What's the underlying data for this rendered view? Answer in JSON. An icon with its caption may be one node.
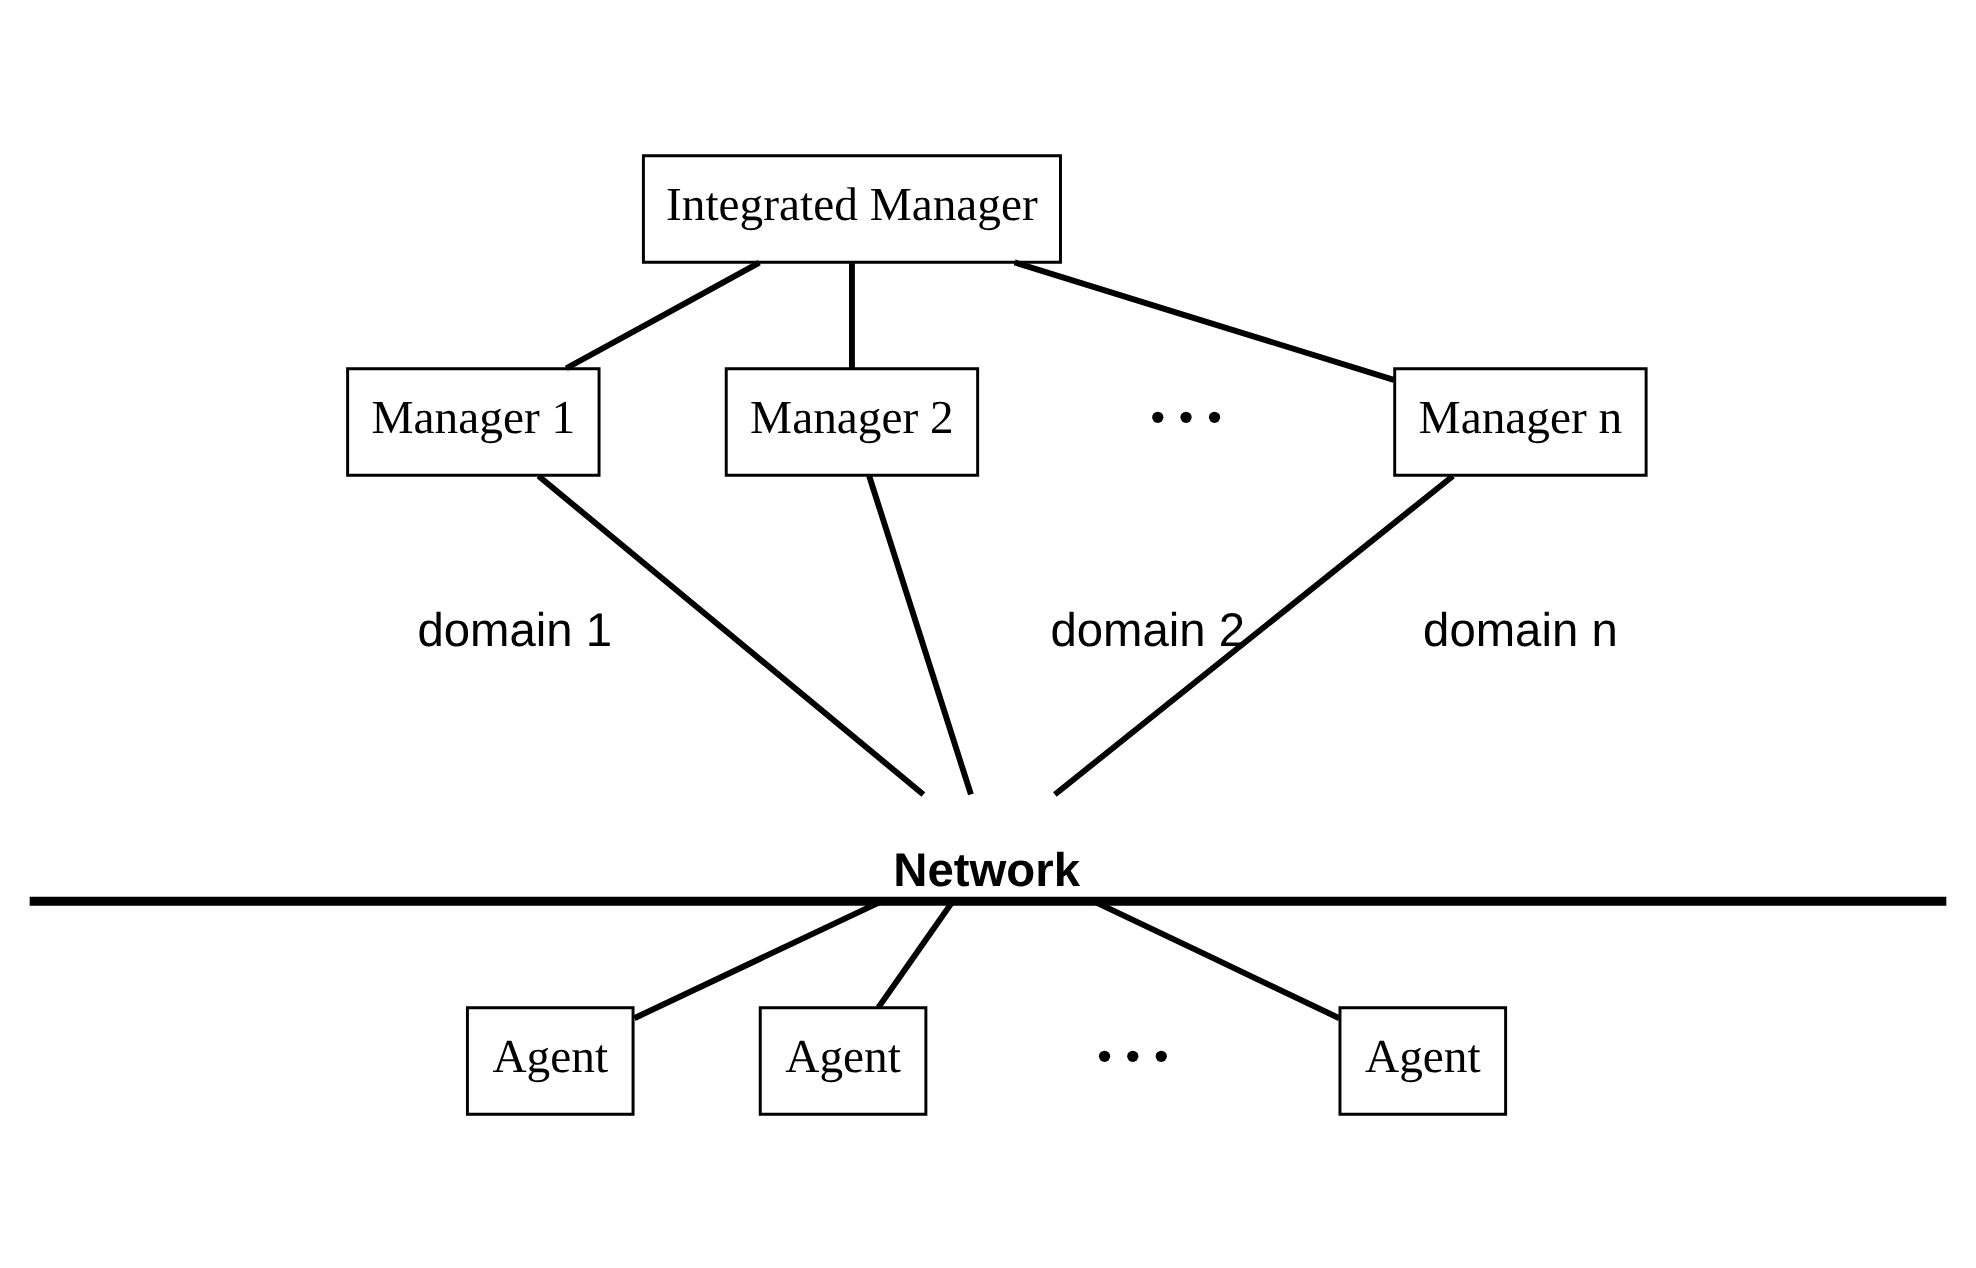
{
  "diagram": {
    "nodes": [
      {
        "text": [
          "Integrated Manager"
        ]
      },
      {
        "text": [
          "Manager 1"
        ]
      },
      {
        "text": [
          "Manager 2"
        ]
      },
      {
        "text": [
          "Manager n"
        ]
      },
      {
        "text": [
          "Network"
        ]
      },
      {
        "text": [
          "Agent"
        ]
      },
      {
        "text": [
          "Agent"
        ]
      },
      {
        "text": [
          "Agent"
        ]
      }
    ],
    "edges": [
      {
        "from": 0,
        "to": 1,
        "arrow": "none"
      },
      {
        "from": 0,
        "to": 2,
        "arrow": "none"
      },
      {
        "from": 0,
        "to": 3,
        "arrow": "none"
      },
      {
        "from": 1,
        "to": 4,
        "arrow": "none"
      },
      {
        "from": 2,
        "to": 4,
        "arrow": "none"
      },
      {
        "from": 3,
        "to": 4,
        "arrow": "none"
      },
      {
        "from": 4,
        "to": 5,
        "arrow": "none"
      },
      {
        "from": 4,
        "to": 6,
        "arrow": "none"
      },
      {
        "from": 4,
        "to": 7,
        "arrow": "none"
      }
    ],
    "labels": [
      "• • •",
      "domain 1",
      "domain 2",
      "domain n",
      "• • •"
    ]
  }
}
